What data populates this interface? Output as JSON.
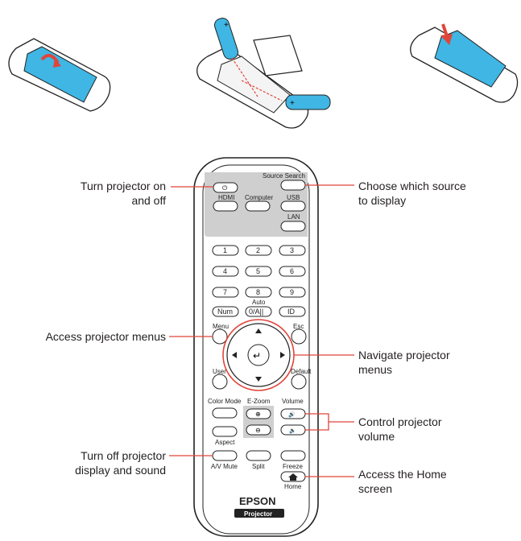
{
  "callouts": {
    "power": [
      "Turn projector on",
      "and off"
    ],
    "source": [
      "Choose which source",
      "to display"
    ],
    "menus": [
      "Access projector menus"
    ],
    "navigate": [
      "Navigate projector",
      "menus"
    ],
    "volume": [
      "Control projector",
      "volume"
    ],
    "mute": [
      "Turn off projector",
      "display and sound"
    ],
    "home": [
      "Access the Home",
      "screen"
    ]
  },
  "remote": {
    "source_search": "Source Search",
    "hdmi": "HDMI",
    "computer": "Computer",
    "usb": "USB",
    "lan": "LAN",
    "keys": [
      "1",
      "2",
      "3",
      "4",
      "5",
      "6",
      "7",
      "8",
      "9"
    ],
    "num": "Num",
    "auto": "Auto",
    "zero": "0/A||",
    "id": "ID",
    "menu": "Menu",
    "esc": "Esc",
    "user": "User",
    "default": "Default",
    "color_mode": "Color Mode",
    "ezoom": "E-Zoom",
    "volume": "Volume",
    "aspect": "Aspect",
    "av_mute": "A/V Mute",
    "split": "Split",
    "freeze": "Freeze",
    "home": "Home",
    "brand": "EPSON",
    "model": "Projector"
  },
  "colors": {
    "accent_blue": "#3fb6e4",
    "callout_red": "#e0453a",
    "panel_gray": "#cfcfcf"
  }
}
